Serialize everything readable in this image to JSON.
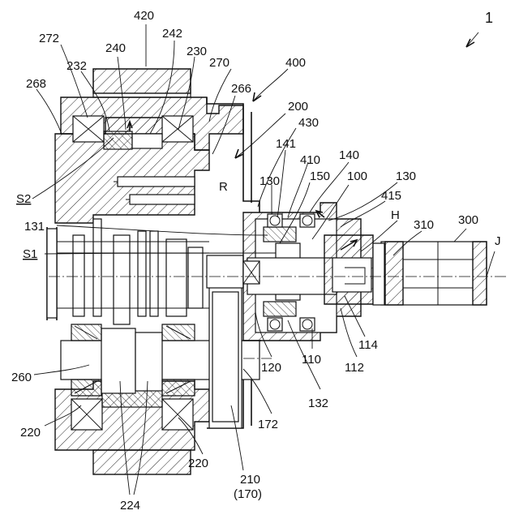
{
  "labels": {
    "l1": "1",
    "l420": "420",
    "l272": "272",
    "l240": "240",
    "l242": "242",
    "l232": "232",
    "l230": "230",
    "l270": "270",
    "l400": "400",
    "l268": "268",
    "l266": "266",
    "l200": "200",
    "l430": "430",
    "l141": "141",
    "l140": "140",
    "l410": "410",
    "l130a": "130",
    "l150": "150",
    "l100": "100",
    "l130b": "130",
    "lR": "R",
    "lS2": "S2",
    "l415": "415",
    "lH": "H",
    "l131": "131",
    "l310": "310",
    "l300": "300",
    "lS1": "S1",
    "lJ": "J",
    "l120": "120",
    "l110": "110",
    "l114": "114",
    "l112": "112",
    "l260": "260",
    "l132": "132",
    "l172": "172",
    "l220a": "220",
    "l220b": "220",
    "l210": "210",
    "l170": "(170)",
    "l224": "224"
  }
}
